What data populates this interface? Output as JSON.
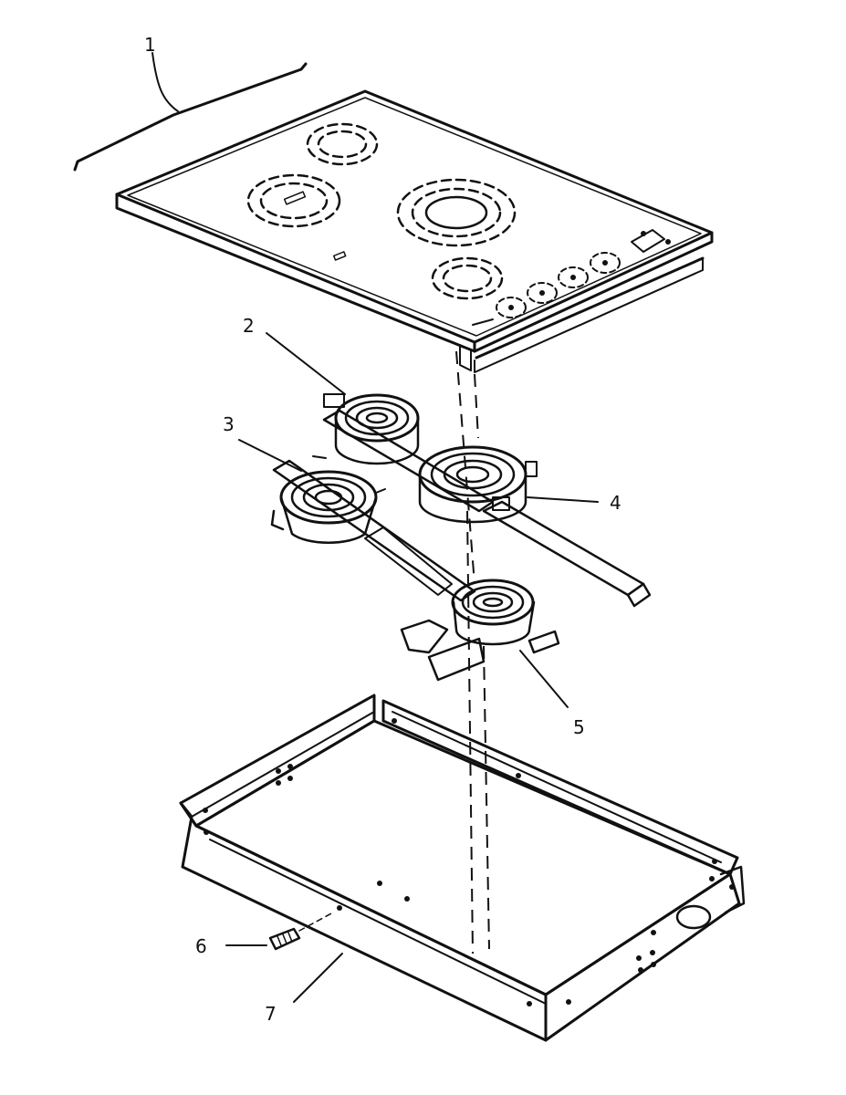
{
  "callouts": {
    "c1": "1",
    "c2": "2",
    "c3": "3",
    "c4": "4",
    "c5": "5",
    "c6": "6",
    "c7": "7"
  },
  "colors": {
    "line": "#111111",
    "background": "#ffffff",
    "part_fill": "#ffffff",
    "shade": "#555555"
  },
  "icons": {
    "cooktop": "glass-cooktop-icon",
    "element": "coil-element-icon",
    "pan": "burner-box-icon",
    "screw": "screw-icon"
  }
}
